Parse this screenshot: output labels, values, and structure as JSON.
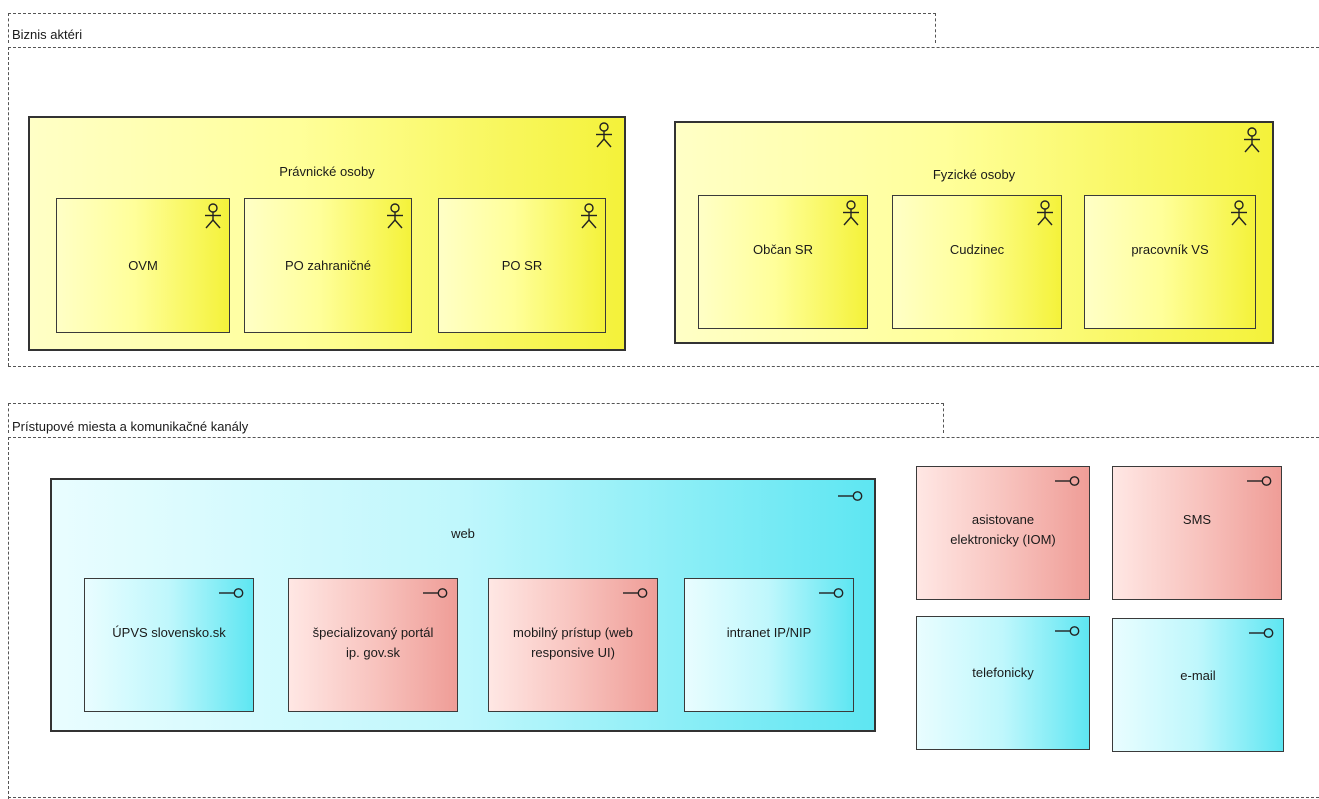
{
  "groups": {
    "business": {
      "title": "Biznis aktéri",
      "legal": {
        "title": "Právnické osoby",
        "items": [
          {
            "label": "OVM"
          },
          {
            "label": "PO zahraničné"
          },
          {
            "label": "PO SR"
          }
        ]
      },
      "natural": {
        "title": "Fyzické osoby",
        "items": [
          {
            "label": "Občan SR"
          },
          {
            "label": "Cudzinec"
          },
          {
            "label": "pracovník VS"
          }
        ]
      }
    },
    "access": {
      "title": "Prístupové miesta a komunikačné kanály",
      "web": {
        "title": "web",
        "items": [
          {
            "label": "ÚPVS slovensko.sk",
            "color": "cyan"
          },
          {
            "label": "špecializovaný portál ip. gov.sk",
            "color": "pink"
          },
          {
            "label": "mobilný prístup (web responsive UI)",
            "color": "pink"
          },
          {
            "label": "intranet IP/NIP",
            "color": "cyan"
          }
        ]
      },
      "channels": [
        {
          "label": "asistovane elektronicky (IOM)",
          "color": "pink"
        },
        {
          "label": "SMS",
          "color": "pink"
        },
        {
          "label": "telefonicky",
          "color": "cyan"
        },
        {
          "label": "e-mail",
          "color": "cyan"
        }
      ]
    }
  },
  "icons": {
    "actor": "actor-icon",
    "interface": "interface-icon"
  },
  "colors": {
    "yellow": "#ffff9a",
    "cyan": "#5ee6f2",
    "pink": "#ef9d97",
    "border": "#333333"
  }
}
